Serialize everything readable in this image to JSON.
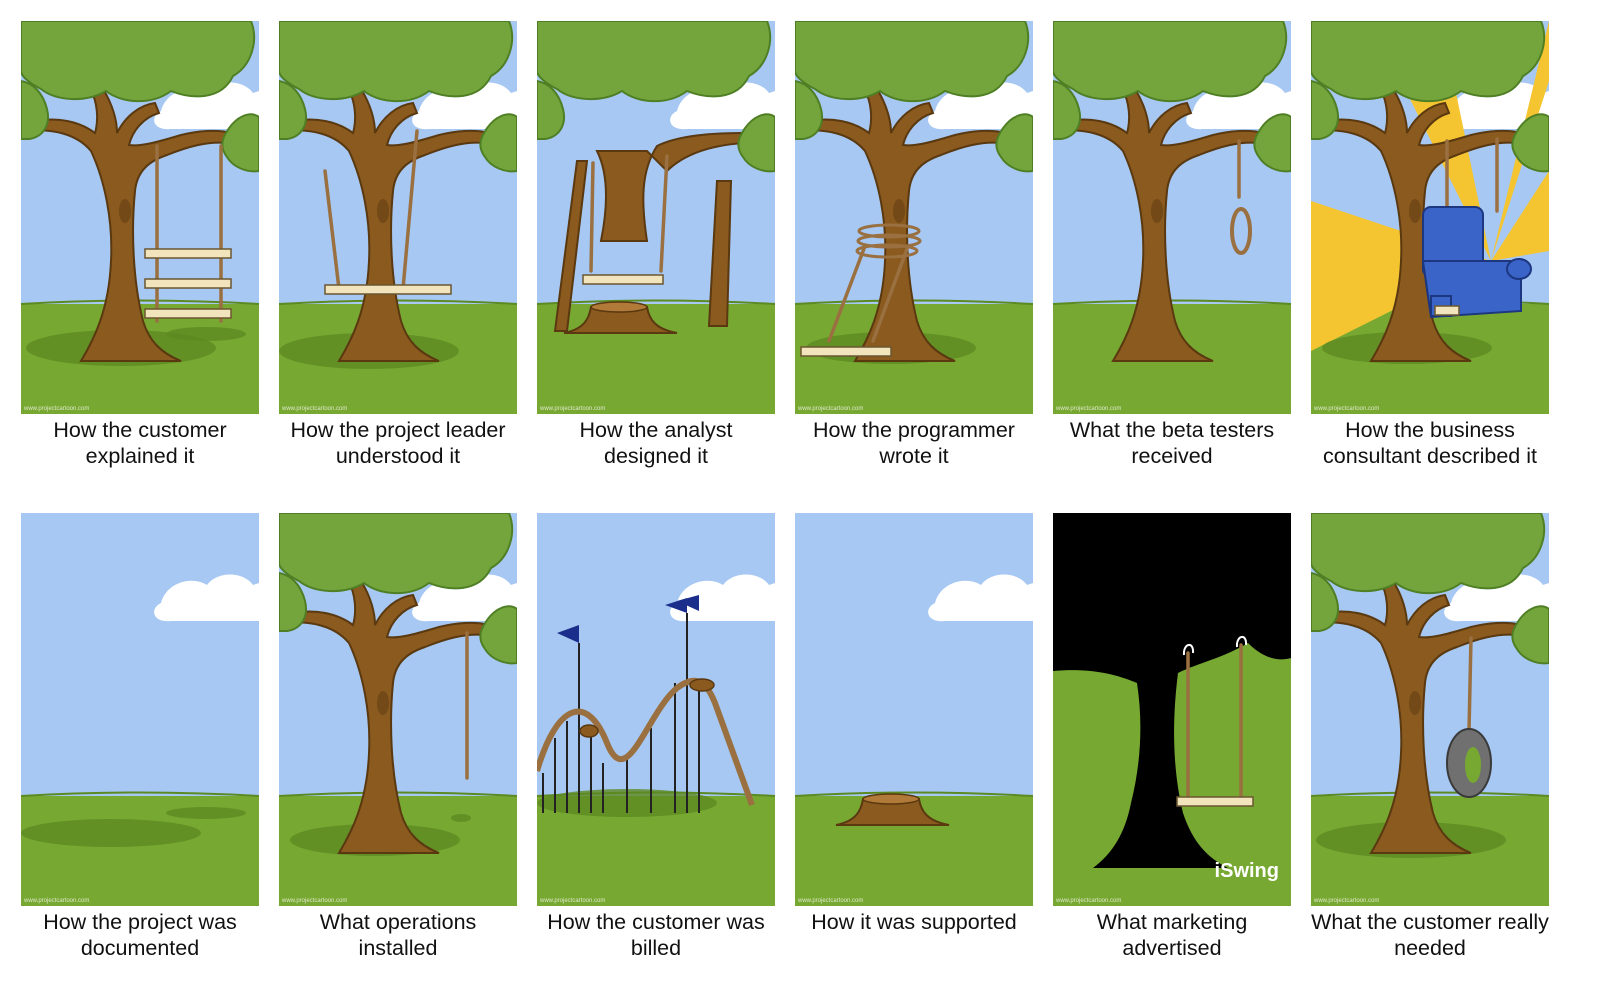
{
  "panels": [
    {
      "caption": "How the customer explained it",
      "scene": "ladder-swing",
      "watermark": "www.projectcartoon.com"
    },
    {
      "caption": "How the project leader understood it",
      "scene": "hanging-seat",
      "watermark": "www.projectcartoon.com"
    },
    {
      "caption": "How the analyst designed it",
      "scene": "propped-trunk-swing",
      "watermark": "www.projectcartoon.com"
    },
    {
      "caption": "How the programmer wrote it",
      "scene": "rope-wrapped-trunk",
      "watermark": "www.projectcartoon.com"
    },
    {
      "caption": "What the beta testers received",
      "scene": "noose",
      "watermark": "www.projectcartoon.com"
    },
    {
      "caption": "How the business consultant described it",
      "scene": "armchair-swing",
      "watermark": "www.projectcartoon.com"
    },
    {
      "caption": "How the project was documented",
      "scene": "empty-field",
      "watermark": "www.projectcartoon.com"
    },
    {
      "caption": "What operations installed",
      "scene": "single-rope",
      "watermark": "www.projectcartoon.com"
    },
    {
      "caption": "How the customer was billed",
      "scene": "roller-coaster",
      "watermark": "www.projectcartoon.com"
    },
    {
      "caption": "How it was supported",
      "scene": "stump",
      "watermark": "www.projectcartoon.com"
    },
    {
      "caption": "What marketing advertised",
      "scene": "silhouette-swing",
      "watermark": "www.projectcartoon.com",
      "badge": "iSwing"
    },
    {
      "caption": "What the customer really needed",
      "scene": "tire-swing",
      "watermark": "www.projectcartoon.com"
    }
  ],
  "colors": {
    "sky": "#a6c8f2",
    "grass": "#77a832",
    "grass_dark": "#5c8a22",
    "trunk": "#8a5a1e",
    "trunk_dark": "#5a3810",
    "leaves": "#74a53c",
    "leaves_dark": "#4f7f24",
    "cloud": "#ffffff",
    "rope": "#9a7040",
    "seat": "#f2e4bd",
    "sun": "#f5c531",
    "chair": "#3a64c8",
    "tire": "#707070",
    "flag": "#1c2e8c",
    "silhouette": "#000000",
    "badge_text": "#ffffff"
  }
}
